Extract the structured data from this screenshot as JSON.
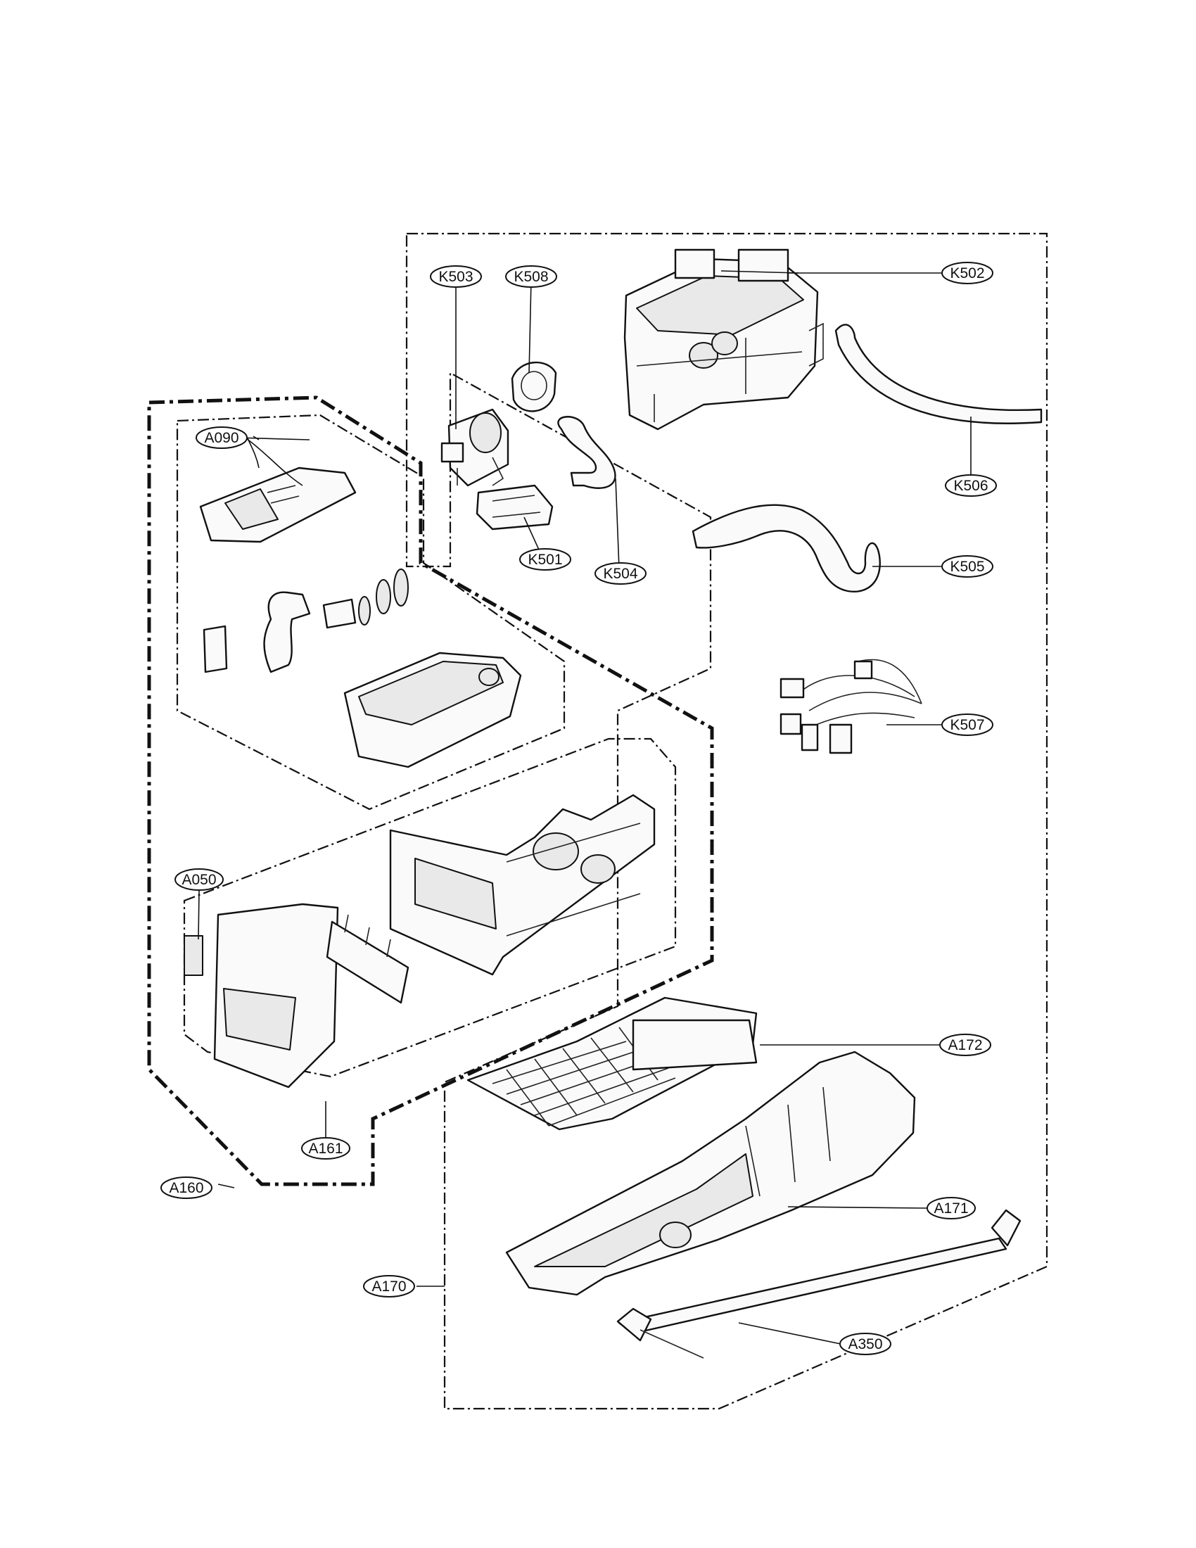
{
  "diagram": {
    "labels": {
      "K503": "K503",
      "K508": "K508",
      "K502": "K502",
      "K506": "K506",
      "K501": "K501",
      "K504": "K504",
      "K505": "K505",
      "K507": "K507",
      "A090": "A090",
      "A050": "A050",
      "A161": "A161",
      "A160": "A160",
      "A172": "A172",
      "A171": "A171",
      "A170": "A170",
      "A350": "A350"
    },
    "colors": {
      "line": "#111111",
      "paper": "#ffffff"
    }
  }
}
